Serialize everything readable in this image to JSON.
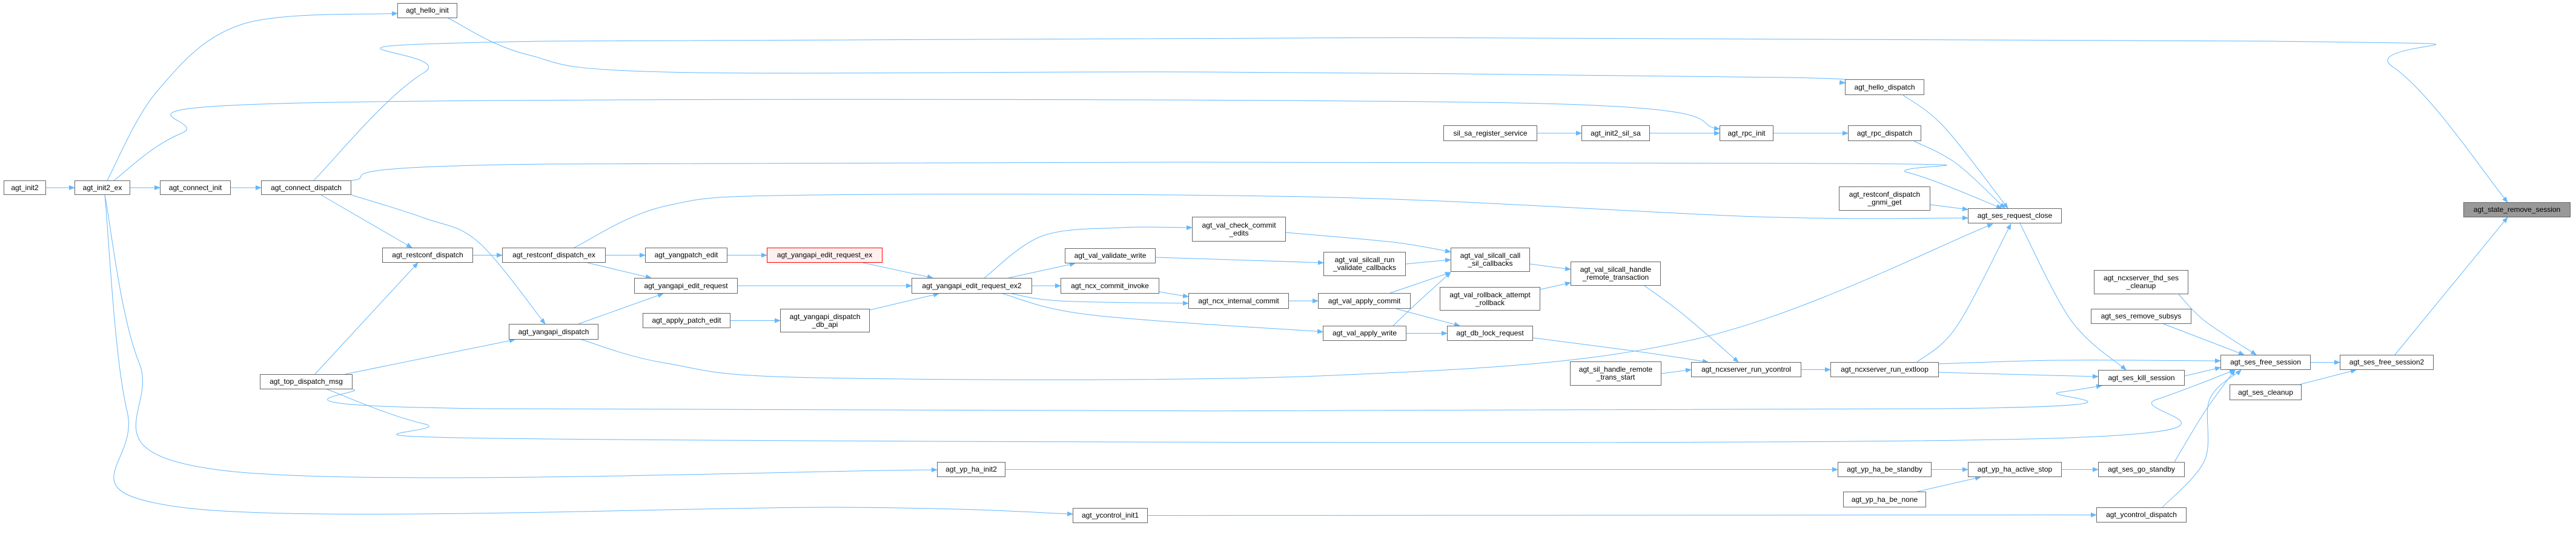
{
  "graph": {
    "colors": {
      "edge": "#63b8ff",
      "node_border": "#666666",
      "current_fill": "#999999",
      "highlight_border": "#ff0000",
      "highlight_fill": "#fff0f0"
    },
    "nodes": [
      {
        "id": "agt_init2",
        "lines": [
          "agt_init2"
        ]
      },
      {
        "id": "agt_init2_ex",
        "lines": [
          "agt_init2_ex"
        ]
      },
      {
        "id": "agt_connect_init",
        "lines": [
          "agt_connect_init"
        ]
      },
      {
        "id": "agt_connect_dispatch",
        "lines": [
          "agt_connect_dispatch"
        ]
      },
      {
        "id": "agt_hello_init",
        "lines": [
          "agt_hello_init"
        ]
      },
      {
        "id": "agt_restconf_dispatch",
        "lines": [
          "agt_restconf_dispatch"
        ]
      },
      {
        "id": "agt_restconf_dispatch_ex",
        "lines": [
          "agt_restconf_dispatch_ex"
        ]
      },
      {
        "id": "agt_yangapi_dispatch",
        "lines": [
          "agt_yangapi_dispatch"
        ]
      },
      {
        "id": "agt_top_dispatch_msg",
        "lines": [
          "agt_top_dispatch_msg"
        ]
      },
      {
        "id": "agt_yangpatch_edit",
        "lines": [
          "agt_yangpatch_edit"
        ]
      },
      {
        "id": "agt_yangapi_edit_request_ex",
        "lines": [
          "agt_yangapi_edit_request_ex"
        ],
        "state": "highlight"
      },
      {
        "id": "agt_yangapi_edit_request",
        "lines": [
          "agt_yangapi_edit_request"
        ]
      },
      {
        "id": "agt_apply_patch_edit",
        "lines": [
          "agt_apply_patch_edit"
        ]
      },
      {
        "id": "agt_yangapi_dispatch_db_api",
        "lines": [
          "agt_yangapi_dispatch",
          "_db_api"
        ]
      },
      {
        "id": "agt_yangapi_edit_request_ex2",
        "lines": [
          "agt_yangapi_edit_request_ex2"
        ]
      },
      {
        "id": "agt_val_check_commit_edits",
        "lines": [
          "agt_val_check_commit",
          "_edits"
        ]
      },
      {
        "id": "agt_val_validate_write",
        "lines": [
          "agt_val_validate_write"
        ]
      },
      {
        "id": "agt_ncx_commit_invoke",
        "lines": [
          "agt_ncx_commit_invoke"
        ]
      },
      {
        "id": "agt_ncx_internal_commit",
        "lines": [
          "agt_ncx_internal_commit"
        ]
      },
      {
        "id": "agt_yp_ha_init2",
        "lines": [
          "agt_yp_ha_init2"
        ]
      },
      {
        "id": "agt_ycontrol_init1",
        "lines": [
          "agt_ycontrol_init1"
        ]
      },
      {
        "id": "agt_hello_dispatch",
        "lines": [
          "agt_hello_dispatch"
        ]
      },
      {
        "id": "sil_sa_register_service",
        "lines": [
          "sil_sa_register_service"
        ]
      },
      {
        "id": "agt_init2_sil_sa",
        "lines": [
          "agt_init2_sil_sa"
        ]
      },
      {
        "id": "agt_rpc_init",
        "lines": [
          "agt_rpc_init"
        ]
      },
      {
        "id": "agt_rpc_dispatch",
        "lines": [
          "agt_rpc_dispatch"
        ]
      },
      {
        "id": "agt_restconf_dispatch_gnmi_get",
        "lines": [
          "agt_restconf_dispatch",
          "_gnmi_get"
        ]
      },
      {
        "id": "agt_val_silcall_call_sil_callbacks",
        "lines": [
          "agt_val_silcall_call",
          "_sil_callbacks"
        ]
      },
      {
        "id": "agt_val_silcall_run_validate_callbacks",
        "lines": [
          "agt_val_silcall_run",
          "_validate_callbacks"
        ]
      },
      {
        "id": "agt_val_silcall_handle_remote_transaction",
        "lines": [
          "agt_val_silcall_handle",
          "_remote_transaction"
        ]
      },
      {
        "id": "agt_val_rollback_attempt_rollback",
        "lines": [
          "agt_val_rollback_attempt",
          "_rollback"
        ]
      },
      {
        "id": "agt_val_apply_commit",
        "lines": [
          "agt_val_apply_commit"
        ]
      },
      {
        "id": "agt_val_apply_write",
        "lines": [
          "agt_val_apply_write"
        ]
      },
      {
        "id": "agt_db_lock_request",
        "lines": [
          "agt_db_lock_request"
        ]
      },
      {
        "id": "agt_sil_handle_remote_trans_start",
        "lines": [
          "agt_sil_handle_remote",
          "_trans_start"
        ]
      },
      {
        "id": "agt_ncxserver_run_ycontrol",
        "lines": [
          "agt_ncxserver_run_ycontrol"
        ]
      },
      {
        "id": "agt_ncxserver_run_extloop",
        "lines": [
          "agt_ncxserver_run_extloop"
        ]
      },
      {
        "id": "agt_yp_ha_be_standby",
        "lines": [
          "agt_yp_ha_be_standby"
        ]
      },
      {
        "id": "agt_yp_ha_be_none",
        "lines": [
          "agt_yp_ha_be_none"
        ]
      },
      {
        "id": "agt_ses_request_close",
        "lines": [
          "agt_ses_request_close"
        ]
      },
      {
        "id": "agt_state_remove_session",
        "lines": [
          "agt_state_remove_session"
        ],
        "state": "current"
      },
      {
        "id": "agt_ncxserver_thd_ses_cleanup",
        "lines": [
          "agt_ncxserver_thd_ses",
          "_cleanup"
        ]
      },
      {
        "id": "agt_ses_remove_subsys",
        "lines": [
          "agt_ses_remove_subsys"
        ]
      },
      {
        "id": "agt_ses_free_session",
        "lines": [
          "agt_ses_free_session"
        ]
      },
      {
        "id": "agt_ses_free_session2",
        "lines": [
          "agt_ses_free_session2"
        ]
      },
      {
        "id": "agt_ses_kill_session",
        "lines": [
          "agt_ses_kill_session"
        ]
      },
      {
        "id": "agt_ses_cleanup",
        "lines": [
          "agt_ses_cleanup"
        ]
      },
      {
        "id": "agt_yp_ha_active_stop",
        "lines": [
          "agt_yp_ha_active_stop"
        ]
      },
      {
        "id": "agt_ses_go_standby",
        "lines": [
          "agt_ses_go_standby"
        ]
      },
      {
        "id": "agt_ycontrol_dispatch",
        "lines": [
          "agt_ycontrol_dispatch"
        ]
      }
    ],
    "edges": [
      [
        "agt_init2",
        "agt_init2_ex"
      ],
      [
        "agt_init2_ex",
        "agt_connect_init"
      ],
      [
        "agt_connect_init",
        "agt_connect_dispatch"
      ],
      [
        "agt_init2_ex",
        "agt_hello_init"
      ],
      [
        "agt_hello_init",
        "agt_hello_dispatch"
      ],
      [
        "agt_connect_dispatch",
        "agt_state_remove_session"
      ],
      [
        "agt_init2_ex",
        "agt_rpc_init"
      ],
      [
        "sil_sa_register_service",
        "agt_init2_sil_sa"
      ],
      [
        "agt_init2_sil_sa",
        "agt_rpc_init"
      ],
      [
        "agt_rpc_init",
        "agt_rpc_dispatch"
      ],
      [
        "agt_hello_dispatch",
        "agt_ses_request_close"
      ],
      [
        "agt_rpc_dispatch",
        "agt_ses_request_close"
      ],
      [
        "agt_connect_dispatch",
        "agt_ses_request_close"
      ],
      [
        "agt_restconf_dispatch_ex",
        "agt_ses_request_close"
      ],
      [
        "agt_restconf_dispatch_gnmi_get",
        "agt_ses_request_close"
      ],
      [
        "agt_yangapi_dispatch",
        "agt_ses_request_close"
      ],
      [
        "agt_ncxserver_run_extloop",
        "agt_ses_request_close"
      ],
      [
        "agt_ses_request_close",
        "agt_ses_kill_session"
      ],
      [
        "agt_top_dispatch_msg",
        "agt_ses_kill_session"
      ],
      [
        "agt_top_dispatch_msg",
        "agt_ses_free_session"
      ],
      [
        "agt_init2_ex",
        "agt_yp_ha_init2"
      ],
      [
        "agt_init2_ex",
        "agt_ycontrol_init1"
      ],
      [
        "agt_yp_ha_init2",
        "agt_yp_ha_be_standby"
      ],
      [
        "agt_ycontrol_init1",
        "agt_ycontrol_dispatch"
      ],
      [
        "agt_yp_ha_be_standby",
        "agt_yp_ha_active_stop"
      ],
      [
        "agt_yp_ha_be_none",
        "agt_yp_ha_active_stop"
      ],
      [
        "agt_yp_ha_active_stop",
        "agt_ses_go_standby"
      ],
      [
        "agt_ses_go_standby",
        "agt_ses_free_session"
      ],
      [
        "agt_ycontrol_dispatch",
        "agt_ses_free_session"
      ],
      [
        "agt_ncxserver_run_extloop",
        "agt_ses_free_session"
      ],
      [
        "agt_ncxserver_run_extloop",
        "agt_ses_kill_session"
      ],
      [
        "agt_ses_kill_session",
        "agt_ses_free_session"
      ],
      [
        "agt_ncxserver_thd_ses_cleanup",
        "agt_ses_free_session"
      ],
      [
        "agt_ses_remove_subsys",
        "agt_ses_free_session"
      ],
      [
        "agt_ses_free_session",
        "agt_ses_free_session2"
      ],
      [
        "agt_ses_cleanup",
        "agt_ses_free_session2"
      ],
      [
        "agt_ses_free_session2",
        "agt_state_remove_session"
      ],
      [
        "agt_connect_dispatch",
        "agt_restconf_dispatch"
      ],
      [
        "agt_connect_dispatch",
        "agt_yangapi_dispatch"
      ],
      [
        "agt_top_dispatch_msg",
        "agt_restconf_dispatch"
      ],
      [
        "agt_top_dispatch_msg",
        "agt_yangapi_dispatch"
      ],
      [
        "agt_restconf_dispatch",
        "agt_restconf_dispatch_ex"
      ],
      [
        "agt_restconf_dispatch_ex",
        "agt_yangpatch_edit"
      ],
      [
        "agt_restconf_dispatch_ex",
        "agt_yangapi_edit_request"
      ],
      [
        "agt_yangapi_dispatch",
        "agt_yangapi_edit_request"
      ],
      [
        "agt_yangpatch_edit",
        "agt_yangapi_edit_request_ex"
      ],
      [
        "agt_yangapi_edit_request_ex",
        "agt_yangapi_edit_request_ex2"
      ],
      [
        "agt_yangapi_edit_request",
        "agt_yangapi_edit_request_ex2"
      ],
      [
        "agt_apply_patch_edit",
        "agt_yangapi_dispatch_db_api"
      ],
      [
        "agt_yangapi_dispatch_db_api",
        "agt_yangapi_edit_request_ex2"
      ],
      [
        "agt_yangapi_edit_request_ex2",
        "agt_val_check_commit_edits"
      ],
      [
        "agt_yangapi_edit_request_ex2",
        "agt_val_validate_write"
      ],
      [
        "agt_yangapi_edit_request_ex2",
        "agt_ncx_commit_invoke"
      ],
      [
        "agt_yangapi_edit_request_ex2",
        "agt_ncx_internal_commit"
      ],
      [
        "agt_yangapi_edit_request_ex2",
        "agt_val_apply_write"
      ],
      [
        "agt_ncx_commit_invoke",
        "agt_ncx_internal_commit"
      ],
      [
        "agt_ncx_internal_commit",
        "agt_val_apply_commit"
      ],
      [
        "agt_val_check_commit_edits",
        "agt_val_silcall_call_sil_callbacks"
      ],
      [
        "agt_val_validate_write",
        "agt_val_silcall_run_validate_callbacks"
      ],
      [
        "agt_val_silcall_run_validate_callbacks",
        "agt_val_silcall_call_sil_callbacks"
      ],
      [
        "agt_val_apply_commit",
        "agt_val_silcall_call_sil_callbacks"
      ],
      [
        "agt_val_apply_write",
        "agt_val_silcall_call_sil_callbacks"
      ],
      [
        "agt_val_apply_commit",
        "agt_db_lock_request"
      ],
      [
        "agt_val_apply_write",
        "agt_db_lock_request"
      ],
      [
        "agt_val_silcall_call_sil_callbacks",
        "agt_val_silcall_handle_remote_transaction"
      ],
      [
        "agt_val_rollback_attempt_rollback",
        "agt_val_silcall_handle_remote_transaction"
      ],
      [
        "agt_val_silcall_handle_remote_transaction",
        "agt_ncxserver_run_ycontrol"
      ],
      [
        "agt_db_lock_request",
        "agt_ncxserver_run_ycontrol"
      ],
      [
        "agt_sil_handle_remote_trans_start",
        "agt_ncxserver_run_ycontrol"
      ],
      [
        "agt_ncxserver_run_ycontrol",
        "agt_ncxserver_run_extloop"
      ]
    ]
  }
}
